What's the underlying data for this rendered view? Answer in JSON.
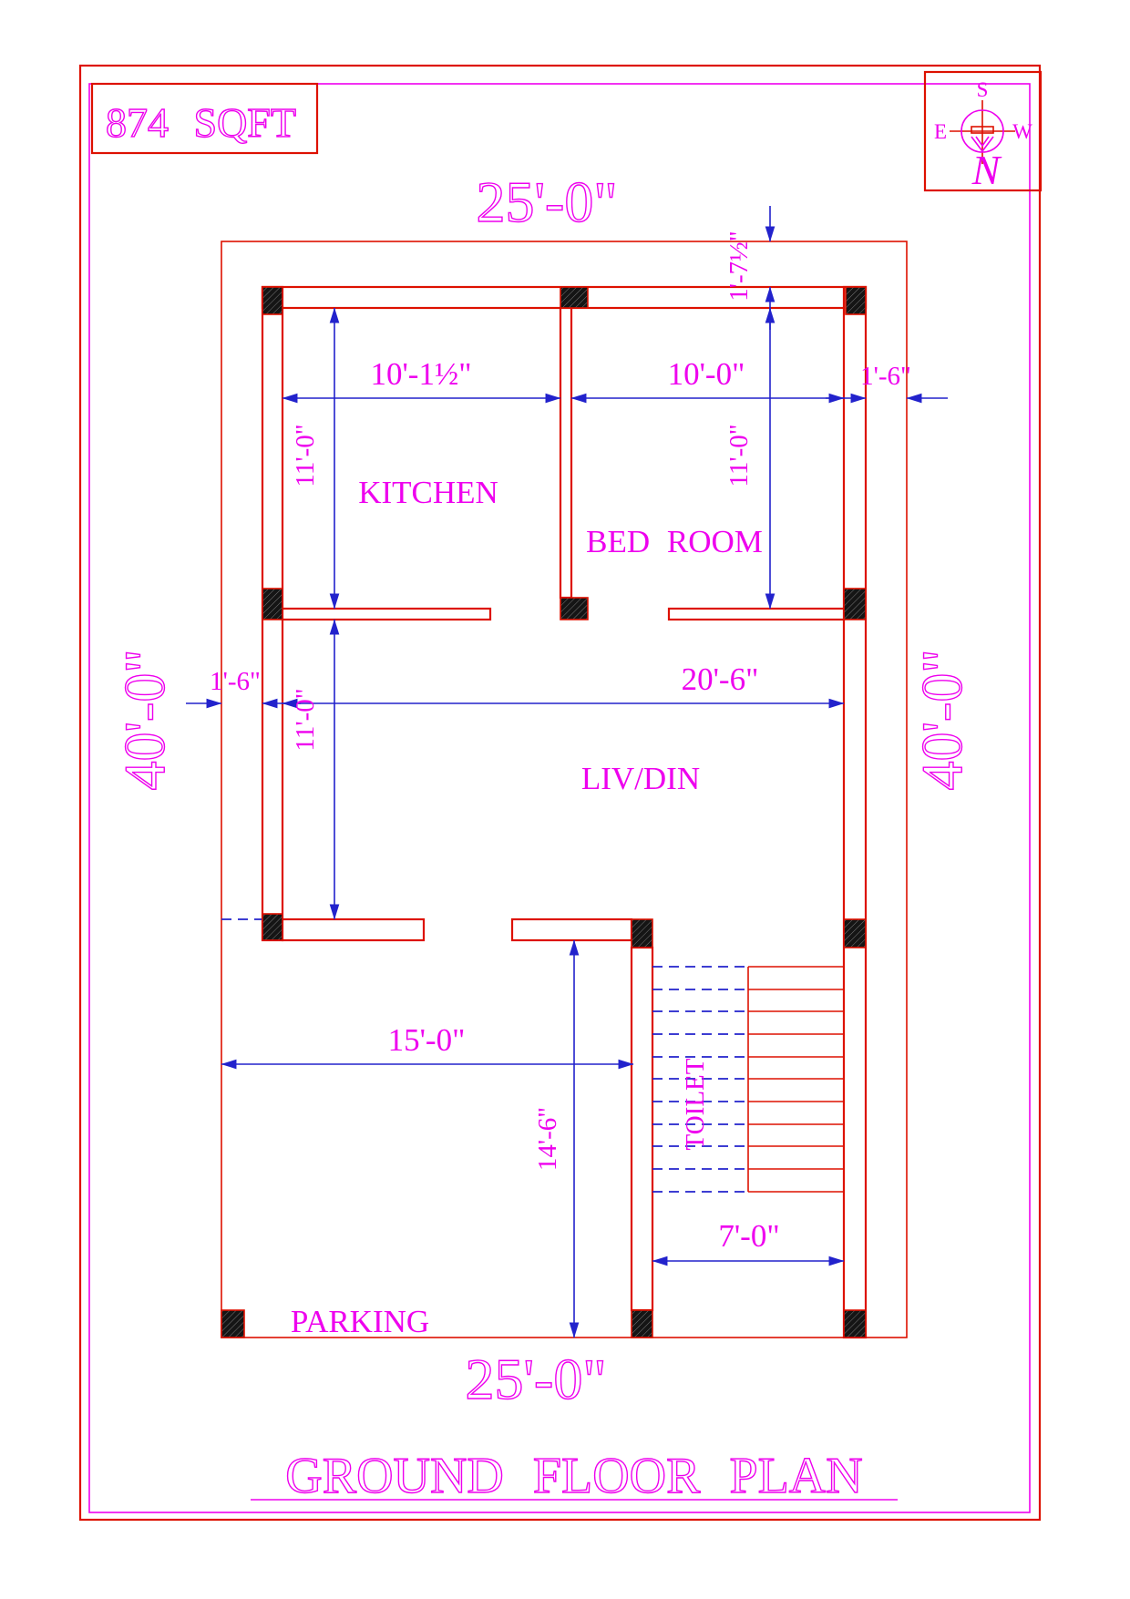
{
  "sheet": {
    "area_label": "874 SQFT",
    "title": "GROUND FLOOR PLAN"
  },
  "compass": {
    "n": "N",
    "s": "S",
    "e": "E",
    "w": "W"
  },
  "rooms": {
    "kitchen": "KITCHEN",
    "bedroom": "BED ROOM",
    "living": "LIV/DIN",
    "toilet": "TOILET",
    "parking": "PARKING"
  },
  "dims": {
    "top_width": "25'-0\"",
    "bottom_width": "25'-0\"",
    "left_height": "40'-0\"",
    "right_height": "40'-0\"",
    "kitchen_width": "10'-1½\"",
    "bedroom_width": "10'-0\"",
    "right_setback": "1'-6\"",
    "left_setback": "1'-6\"",
    "top_setback": "1'-7½\"",
    "kitchen_depth": "11'-0\"",
    "bedroom_depth": "11'-0\"",
    "living_width": "20'-6\"",
    "living_depth": "11'-0\"",
    "parking_width": "15'-0\"",
    "parking_depth": "14'-6\"",
    "stair_width": "7'-0\""
  },
  "colors": {
    "wall_red": "#dd1100",
    "dim_blue": "#2222cc",
    "text_magenta": "#ee00ee",
    "column_hatch": "#151515",
    "paper": "#ffffff"
  }
}
